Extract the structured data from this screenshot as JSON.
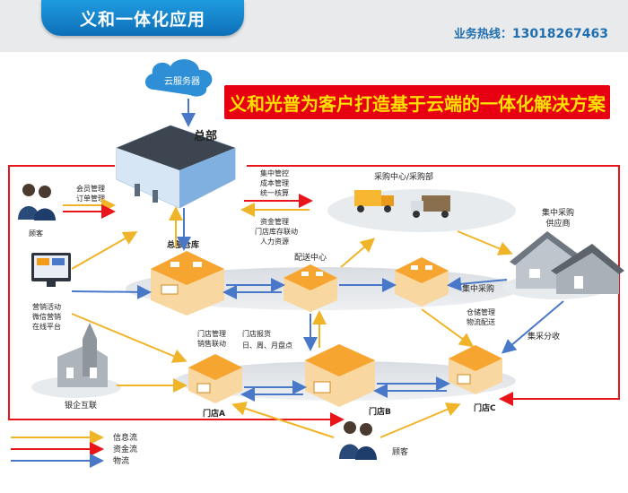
{
  "header": {
    "title": "义和一体化应用",
    "hotline_label": "业务热线：",
    "hotline_number": "13018267463"
  },
  "banner": "义和光普为客户打造基于云端的一体化解决方案",
  "nodes": {
    "cloud": "云服务器",
    "hq": "总部",
    "hq_warehouse": "总部仓库",
    "customer_left": "顾客",
    "customer_bottom": "顾客",
    "procurement": "采购中心/采购部",
    "supplier_1": "集中采购",
    "supplier_2": "供应商",
    "distribution": "配送中心",
    "store_a": "门店A",
    "store_b": "门店B",
    "store_c": "门店C",
    "bank": "银企互联"
  },
  "labels": {
    "member_1": "会员管理",
    "member_2": "订单管理",
    "hq_mgmt_1": "集中管控",
    "hq_mgmt_2": "成本管理",
    "hq_mgmt_3": "统一核算",
    "funds_1": "资金管理",
    "funds_2": "门店库存联动",
    "funds_3": "人力资源",
    "marketing_1": "营销活动",
    "marketing_2": "微信营销",
    "marketing_3": "在线平台",
    "central_purchase": "集中采购",
    "warehouse_1": "仓储管理",
    "warehouse_2": "物流配送",
    "split": "集采分收",
    "store_mgmt_1": "门店管理",
    "store_mgmt_2": "销售联动",
    "report_1": "门店报货",
    "report_2": "日、周、月盘点"
  },
  "legend": [
    {
      "label": "信息流",
      "color": "#f0b429"
    },
    {
      "label": "资金流",
      "color": "#e8151b"
    },
    {
      "label": "物流",
      "color": "#4a78c8"
    }
  ],
  "colors": {
    "title_tab": "#1480c8",
    "banner_bg": "#e60012",
    "banner_text": "#ffe100",
    "info_flow": "#f0b429",
    "money_flow": "#e8151b",
    "logistics_flow": "#4a78c8",
    "building_roof": "#f7a531"
  }
}
